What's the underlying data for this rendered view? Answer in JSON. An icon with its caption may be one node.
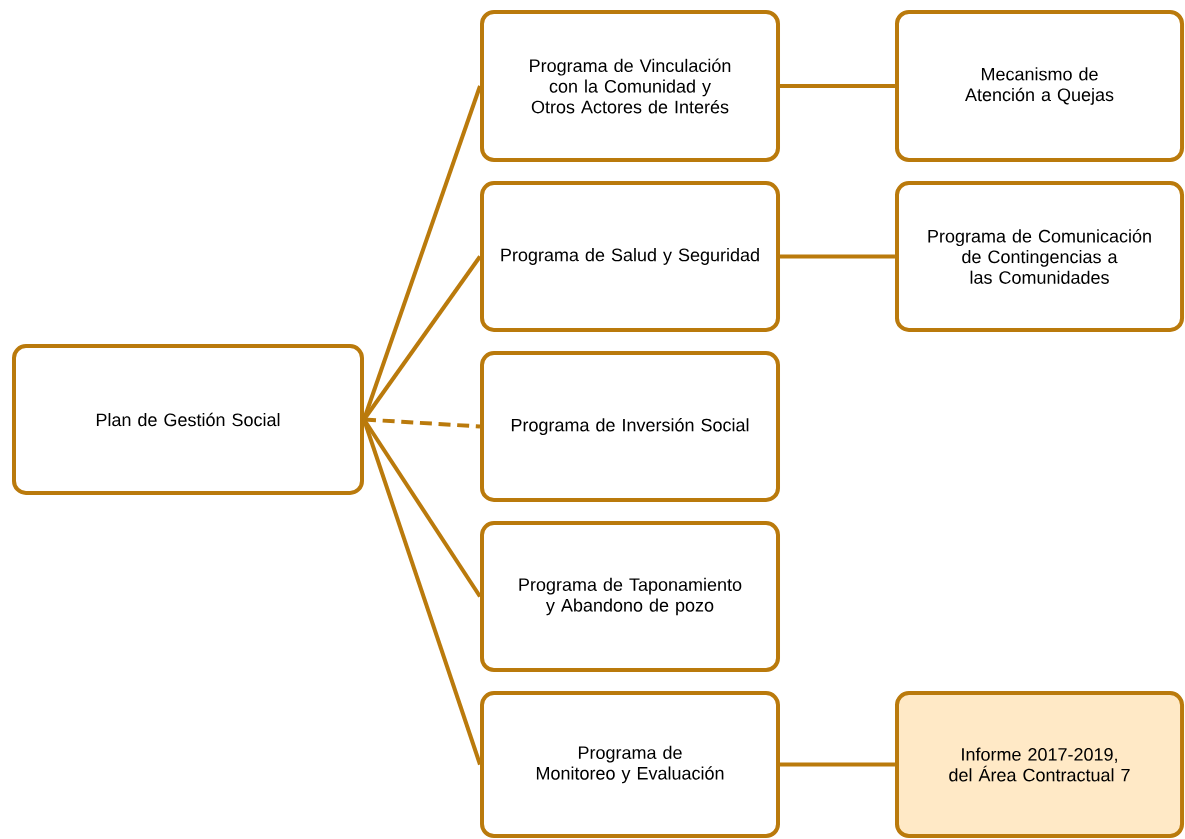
{
  "diagram": {
    "nodes": [
      {
        "text": [
          "Plan de Gestión Social"
        ]
      },
      {
        "text": [
          "Programa de Vinculación con la Comunidad y Otros Actores de Interés"
        ]
      },
      {
        "text": [
          "Mecanismo de Atención a Quejas"
        ]
      },
      {
        "text": [
          "Programa de Salud y Seguridad"
        ]
      },
      {
        "text": [
          "Programa de Comunicación de Contingencias a las Comunidades"
        ]
      },
      {
        "text": [
          "Programa de Inversión Social"
        ]
      },
      {
        "text": [
          "Programa de Taponamiento y Abandono de pozo"
        ]
      },
      {
        "text": [
          "Programa de Monitoreo y Evaluación"
        ]
      },
      {
        "text": [
          "Informe 2017-2019, del Área Contractual 7"
        ]
      }
    ],
    "edges": [
      {
        "from": 0,
        "to": 1,
        "arrow": "none"
      },
      {
        "from": 0,
        "to": 3,
        "arrow": "none"
      },
      {
        "from": 0,
        "to": 5,
        "arrow": "none",
        "style": "dashed"
      },
      {
        "from": 0,
        "to": 6,
        "arrow": "none"
      },
      {
        "from": 0,
        "to": 7,
        "arrow": "none"
      },
      {
        "from": 1,
        "to": 2,
        "arrow": "none"
      },
      {
        "from": 3,
        "to": 4,
        "arrow": "none"
      },
      {
        "from": 7,
        "to": 8,
        "arrow": "none"
      }
    ]
  }
}
